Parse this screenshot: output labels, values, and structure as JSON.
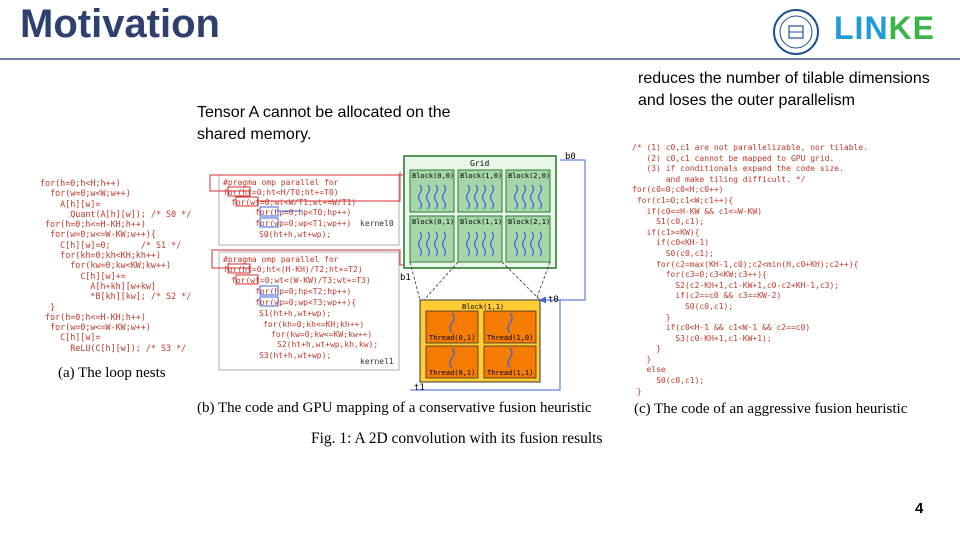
{
  "slide": {
    "title": "Motivation",
    "logo_text": "LI",
    "logo_text_end": "KE",
    "page_number": "4"
  },
  "notes": {
    "tensor_a": "Tensor A cannot be allocated on the shared memory.",
    "tilable": "reduces the number of  tilable dimensions and loses the outer parallelism"
  },
  "figure": {
    "caption_a": "(a) The loop nests",
    "caption_b": "(b) The code and GPU mapping of a conservative fusion heuristic",
    "caption_c": "(c) The code of an aggressive fusion heuristic",
    "caption_fig": "Fig. 1:  A 2D convolution with its fusion results",
    "code_a": "for(h=0;h<H;h++)\n  for(w=0;w<W;w++)\n    A[h][w]=\n      Quant(A[h][w]); /* S0 */\n for(h=0;h<=H-KH;h++)\n  for(w=0;w<=W-KW;w++){\n    C[h][w]=0;      /* S1 */\n    for(kh=0;kh<KH;kh++)\n      for(kw=0;kw<KW;kw++)\n        C[h][w]+=\n          A[h+kh][w+kw]\n          *B[kh][kw]; /* S2 */\n  }\n for(h=0;h<=H-KH;h++)\n  for(w=0;w<=W-KW;w++)\n    C[h][w]=\n      ReLU(C[h][w]); /* S3 */",
    "code_c": "/* (1) c0,c1 are not parallelizable, nor tilable.\n   (2) c0,c1 cannot be mapped to GPU grid.\n   (3) if conditionals expand the code size.\n       and make tiling difficult. */\nfor(c0=0;c0<H;c0++)\n for(c1=0;c1<W;c1++){\n   if(c0<=H-KW && c1<=W-KW)\n     S1(c0,c1);\n   if(c1>=KW){\n     if(c0<KH-1)\n       S0(c0,c1);\n     for(c2=max(KH-1,c0);c2<min(H,c0+KH);c2++){\n       for(c3=0;c3<KW;c3++){\n         S2(c2-KH+1,c1-KW+1,c0-c2+KH-1,c3);\n         if(c2==c0 && c3==KW-2)\n           S0(c0,c1);\n       }\n       if(c0<H-1 && c1<W-1 && c2==c0)\n         S3(c0-KH+1,c1-KW+1);\n     }\n   }\n   else\n     S0(c0,c1);\n }",
    "kernel0": {
      "pragma": "#pragma omp parallel for",
      "lines": [
        "for(ht=0;ht<H/T0;ht+=T0)",
        "for(wt=0;wt<W/T1;wt+=W/T1)",
        "for(hp=0;hp<T0;hp++)",
        "for(wp=0;wp<T1;wp++)",
        "S0(ht+h,wt+wp);"
      ],
      "name": "kernel0"
    },
    "kernel1": {
      "pragma": "#pragma omp parallel for",
      "lines": [
        "for(ht=0;ht<(H-KH)/T2;ht+=T2)",
        "for(wt=0;wt<(W-KW)/T3;wt+=T3)",
        "for(hp=0;hp<T2;hp++)",
        "for(wp=0;wp<T3;wp++){",
        "S1(ht+h,wt+wp);",
        "for(kh=0;kh<=KH;kh++)",
        "for(kw=0;kw<=KW;kw++)",
        "S2(ht+h,wt+wp,kh,kw);",
        "S3(ht+h,wt+wp);"
      ],
      "name": "kernel1"
    },
    "grid": {
      "label": "Grid",
      "blocks": [
        "Block(0,0)",
        "Block(1,0)",
        "Block(2,0)",
        "Block(0,1)",
        "Block(1,1)",
        "Block(2,1)"
      ]
    },
    "block": {
      "label": "Block(1,1)",
      "threads": [
        "Thread(0,1)",
        "Thread(1,0)",
        "Thread(0,1)",
        "Thread(1,1)"
      ]
    },
    "edge_labels": {
      "b0": "b0",
      "b1": "b1",
      "t0": "t0",
      "t1": "t1"
    }
  },
  "colors": {
    "title": "#2f3f6e",
    "code": "#c0392b",
    "grid_border": "#2e7d32",
    "grid_fill": "#a5d6a7",
    "block_fill": "#ffcc33",
    "thread_fill": "#f57c00",
    "arrow": "#3f64d9"
  }
}
